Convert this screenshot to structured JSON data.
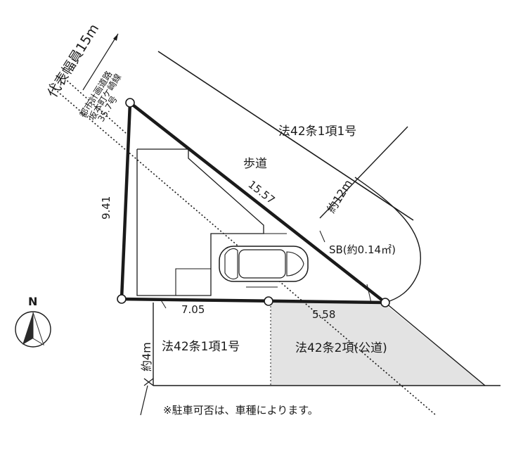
{
  "labels": {
    "road_width": "代表幅員15m",
    "planned_road_line1": "都市計画道路",
    "planned_road_line2": "坂本町ケ崎線",
    "planned_road_line3": "35.7号",
    "road_main": "法42条1項1号",
    "sidewalk": "歩道",
    "width_12m": "約12m",
    "dim_hyp": "15.57",
    "dim_left": "9.41",
    "dim_bottom_left": "7.05",
    "dim_bottom_right": "5.58",
    "sb": "SB(約0.14㎡)",
    "road_lower_left": "法42条1項1号",
    "road_4m": "約4m",
    "road_public": "法42条2項(公道)",
    "north": "N",
    "note": "※駐車可否は、車種によります。"
  },
  "colors": {
    "line": "#1a1a1a",
    "public_road_fill": "#e3e3e3"
  }
}
